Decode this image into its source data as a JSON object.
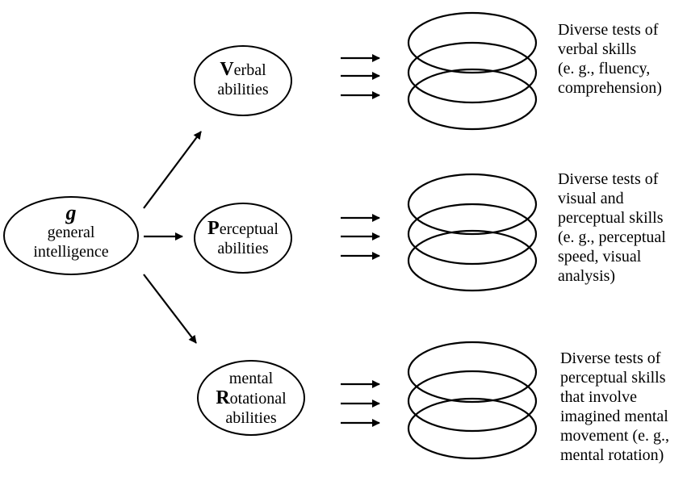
{
  "g_node": {
    "symbol": "g",
    "line1": "general",
    "line2": "intelligence"
  },
  "factors": [
    {
      "prefix": "",
      "initial": "V",
      "rest": "erbal",
      "line2": "abilities"
    },
    {
      "prefix": "",
      "initial": "P",
      "rest": "erceptual",
      "line2": "abilities"
    },
    {
      "prefix": "mental",
      "initial": "R",
      "rest": "otational",
      "line2": "abilities"
    }
  ],
  "tests": [
    {
      "lines": [
        "Diverse tests of",
        "verbal skills",
        "(e. g., fluency,",
        "comprehension)"
      ]
    },
    {
      "lines": [
        "Diverse tests of",
        "visual and",
        "perceptual skills",
        "(e. g., perceptual",
        "speed, visual",
        "analysis)"
      ]
    },
    {
      "lines": [
        "Diverse tests of",
        "perceptual skills",
        "that involve",
        "imagined mental",
        "movement (e. g.,",
        "mental rotation)"
      ]
    }
  ]
}
